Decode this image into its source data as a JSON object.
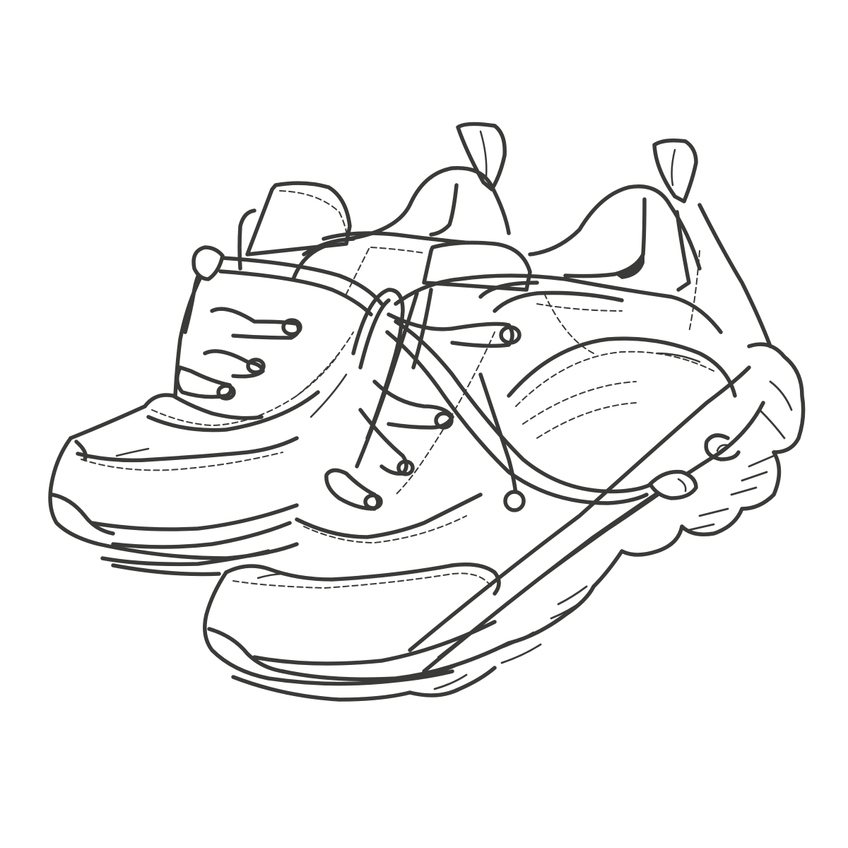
{
  "image": {
    "subject": "Pair of sneakers line drawing",
    "style": "black and white hand-drawn outline illustration",
    "background_color": "#ffffff",
    "line_color": "#3a3a38"
  },
  "objects": [
    {
      "name": "left-sneaker",
      "description": "Rear sneaker, toe pointing left, laced with tied lace ends"
    },
    {
      "name": "right-sneaker",
      "description": "Front sneaker, toe pointing lower-left, chunky sculpted sole with swirl detail at heel, loose lace with aglet"
    }
  ]
}
